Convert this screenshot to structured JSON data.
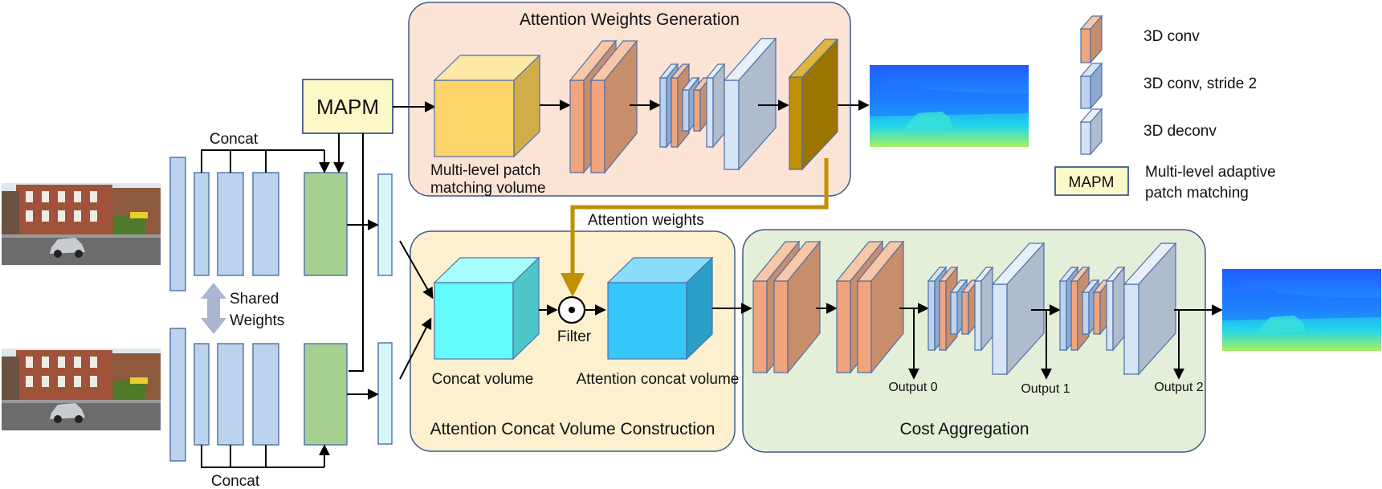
{
  "diagram": {
    "panels": {
      "attention_weights": "Attention Weights Generation",
      "concat_volume_construction": "Attention Concat Volume Construction",
      "cost_aggregation": "Cost Aggregation"
    },
    "labels": {
      "mapm": "MAPM",
      "concat_top": "Concat",
      "concat_bottom": "Concat",
      "shared_weights_line1": "Shared",
      "shared_weights_line2": "Weights",
      "patch_volume_line1": "Multi-level patch",
      "patch_volume_line2": "matching volume",
      "attention_weights": "Attention weights",
      "filter": "Filter",
      "concat_volume": "Concat volume",
      "attention_concat_volume": "Attention concat volume",
      "output0": "Output 0",
      "output1": "Output 1",
      "output2": "Output 2"
    },
    "legend": {
      "conv3d": "3D conv",
      "conv3d_stride2": "3D conv, stride 2",
      "deconv3d": "3D deconv",
      "mapm_box": "MAPM",
      "mapm_line1": "Multi-level adaptive",
      "mapm_line2": "patch matching"
    },
    "colors": {
      "orange_panel": "#fbe3d6",
      "yellow_panel": "#fdf0cf",
      "green_panel": "#e4efd9",
      "panel_border": "#3f5a8a",
      "feature_blue": "#bcd3ee",
      "feature_green": "#a6d08f",
      "cyan_cube": "#63fbfd",
      "blue_cube": "#37c7f8",
      "yellow_cube": "#fdd46a",
      "conv_orange": "#f2a57c",
      "deconv_gray": "#aebccd",
      "gold": "#c09000"
    }
  }
}
